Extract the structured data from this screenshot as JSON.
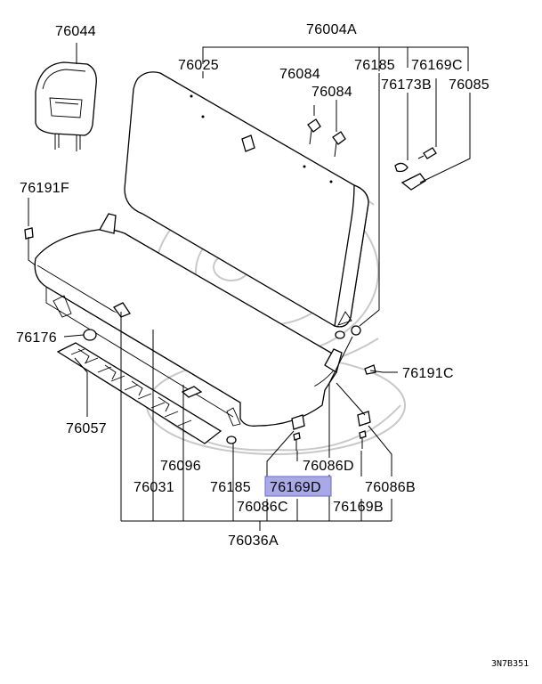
{
  "labels": {
    "p76044": "76044",
    "p76004A": "76004A",
    "p76025": "76025",
    "p76084a": "76084",
    "p76084b": "76084",
    "p76185a": "76185",
    "p76169C": "76169C",
    "p76173B": "76173B",
    "p76085": "76085",
    "p76191F": "76191F",
    "p76176": "76176",
    "p76191C": "76191C",
    "p76057": "76057",
    "p76096": "76096",
    "p76086D": "76086D",
    "p76031": "76031",
    "p76185b": "76185",
    "p76169D": "76169D",
    "p76086B": "76086B",
    "p76086C": "76086C",
    "p76169B": "76169B",
    "p76036A": "76036A"
  },
  "diagram_code": "3N7B351",
  "colors": {
    "highlight": "#a9a9e8",
    "line": "#000000",
    "watermark": "#c8c8c8"
  }
}
